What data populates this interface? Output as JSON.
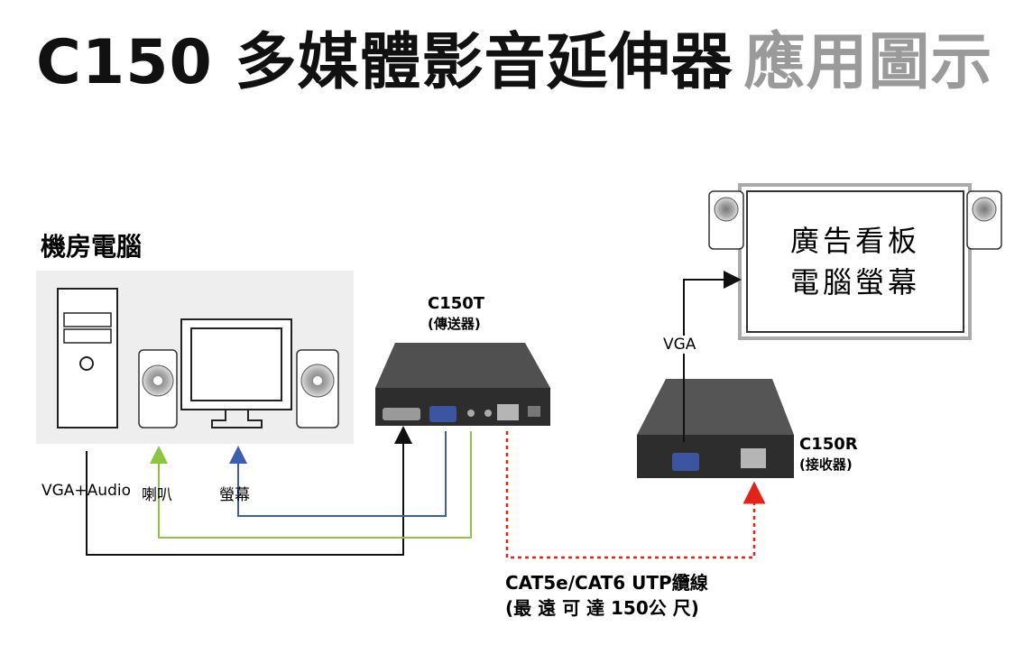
{
  "title": {
    "main": "C150 多媒體影音延伸器",
    "sub": "應用圖示"
  },
  "source": {
    "label": "機房電腦"
  },
  "transmitter": {
    "model": "C150T",
    "role": "(傳送器)"
  },
  "receiver": {
    "model": "C150R",
    "role": "(接收器)"
  },
  "display": {
    "line1": "廣告看板",
    "line2": "電腦螢幕"
  },
  "connections": {
    "vga_audio": "VGA+Audio",
    "speaker": "喇叭",
    "monitor": "螢幕",
    "vga": "VGA"
  },
  "cable": {
    "line1": "CAT5e/CAT6 UTP纜線",
    "line2": "(最 遠 可 達 150公 尺)"
  },
  "colors": {
    "audio_line": "#8cc63f",
    "video_line": "#3a5fad",
    "cable_line": "#e2231a",
    "panel_bg": "#eeeeee",
    "title_sub": "#9a9a9a"
  }
}
